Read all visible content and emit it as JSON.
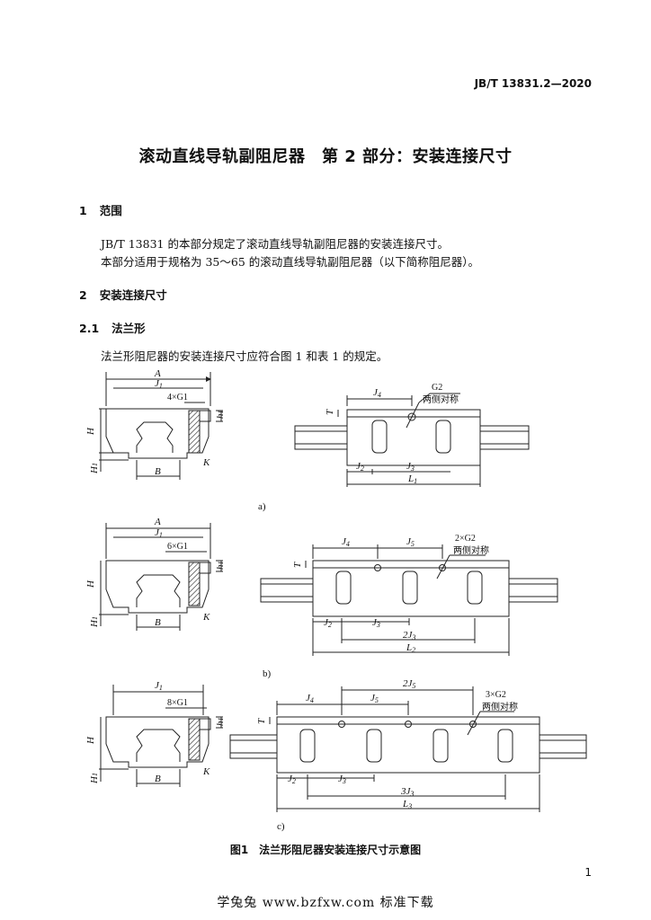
{
  "header": {
    "standard_number": "JB/T 13831.2—2020"
  },
  "title": "滚动直线导轨副阻尼器　第 2 部分：安装连接尺寸",
  "sections": {
    "s1": {
      "number": "1",
      "heading": "范围",
      "para1": "JB/T 13831 的本部分规定了滚动直线导轨副阻尼器的安装连接尺寸。",
      "para2": "本部分适用于规格为 35～65 的滚动直线导轨副阻尼器（以下简称阻尼器）。"
    },
    "s2": {
      "number": "2",
      "heading": "安装连接尺寸"
    },
    "s21": {
      "number": "2.1",
      "heading": "法兰形",
      "para": "法兰形阻尼器的安装连接尺寸应符合图 1 和表 1 的规定。"
    }
  },
  "figure": {
    "caption": "图1　法兰形阻尼器安装连接尺寸示意图",
    "subfig_a": "a)",
    "subfig_b": "b)",
    "subfig_c": "c)",
    "labels": {
      "A": "A",
      "J1": "J",
      "J1_sub": "1",
      "g1_4": "4×G1",
      "g1_6": "6×G1",
      "g1_8": "8×G1",
      "h1": "h",
      "h1_sub": "1",
      "H": "H",
      "H1": "H",
      "H1_sub": "1",
      "B": "B",
      "K": "K",
      "T": "T",
      "J4": "J",
      "J4_sub": "4",
      "J5": "J",
      "J5_sub": "5",
      "J2": "J",
      "J2_sub": "2",
      "J3": "J",
      "J3_sub": "3",
      "twoJ3": "2J",
      "threeJ3": "3J",
      "twoJ5": "2J",
      "L1": "L",
      "L1_sub": "1",
      "L2": "L",
      "L2_sub": "2",
      "L3": "L",
      "L3_sub": "3",
      "G2": "G2",
      "twoG2": "2×G2",
      "threeG2": "3×G2",
      "symmetric": "两侧对称"
    }
  },
  "page_number": "1",
  "footer": "学兔兔 www.bzfxw.com 标准下载"
}
